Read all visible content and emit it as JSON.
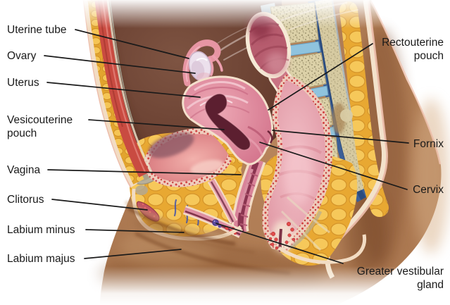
{
  "figure": {
    "labels": {
      "uterine_tube": "Uterine tube",
      "ovary": "Ovary",
      "uterus": "Uterus",
      "vesicouterine_pouch": "Vesicouterine pouch",
      "vagina": "Vagina",
      "clitorus": "Clitorus",
      "labium_minus": "Labium minus",
      "labium_majus": "Labium majus",
      "rectouterine_pouch": "Rectouterine pouch",
      "fornix": "Fornix",
      "cervix": "Cervix",
      "greater_vestibular_gland": "Greater vestibular gland"
    },
    "colors": {
      "background": "#ffffff",
      "label_text": "#1a1a1a",
      "leader_line": "#1a1a1a",
      "skin": "#a9764f",
      "fat_yellow": "#f2bc4a",
      "muscle_red": "#c94b41",
      "bone_beige": "#dcd1a8",
      "disc_blue": "#8fc3de",
      "spinal_canal_blue": "#3b5f97",
      "organ_pink": "#d4738c",
      "cavity_brown": "#6b4534",
      "gland_purple": "#5e4aa0"
    }
  }
}
